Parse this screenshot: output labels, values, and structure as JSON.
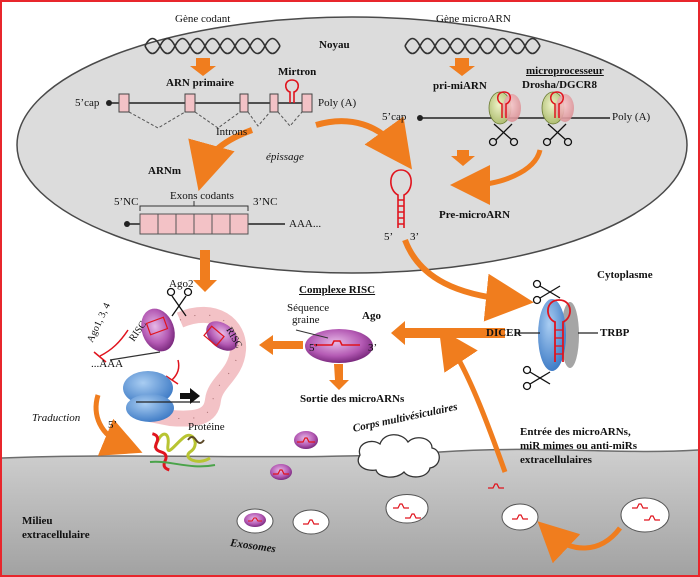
{
  "nucleus": {
    "title": "Noyau",
    "coding_gene": "Gène codant",
    "mirna_gene": "Gène microARN",
    "primary_rna": "ARN primaire",
    "mirtron": "Mirtron",
    "cap_left": "5’cap",
    "polya_left": "Poly (A)",
    "introns": "Introns",
    "pri_mirna": "pri-miARN",
    "microprocessor": "microprocesseur",
    "drosha": "Drosha/DGCR8",
    "cap_right": "5’cap",
    "polya_right": "Poly (A)",
    "splicing": "épissage",
    "mrna": "ARNm",
    "five_nc": "5’NC",
    "three_nc": "3’NC",
    "coding_exons": "Exons codants",
    "aaa": "AAA...",
    "pre_mirna": "Pre-microARN",
    "pre_5": "5’",
    "pre_3": "3’"
  },
  "cytoplasm": {
    "title": "Cytoplasme",
    "dicer": "DICER",
    "trbp": "TRBP",
    "risc_complex": "Complexe RISC",
    "seed_line1": "Séquence",
    "seed_line2": "graine",
    "ago": "Ago",
    "five": "5’",
    "three": "3’",
    "exit": "Sortie des microARNs",
    "mvb": "Corps multivésiculaires",
    "ago2": "Ago2",
    "ago134": "Ago1, 3, 4",
    "risc_a": "RISC",
    "risc_b": "RISC",
    "aaa": "...AAA",
    "translation": "Traduction",
    "protein": "Protéine",
    "five_prime": "5’",
    "entry_line1": "Entrée des microARNs,",
    "entry_line2": "miR mimes ou anti-miRs",
    "entry_line3": "extracellulaires"
  },
  "extracellular": {
    "medium_line1": "Milieu",
    "medium_line2": "extracellulaire",
    "exosomes": "Exosomes"
  },
  "colors": {
    "nucleus_fill": "#dcdcdc",
    "membrane_fill": "#a9a9a9",
    "arrow_orange": "#f07d1e",
    "exon_pink": "#f3c2c6",
    "mirna_red": "#e0141e",
    "ago_purple": "#8c2a8e",
    "blue": "#4f8fd8",
    "frame": "#e8262c"
  }
}
